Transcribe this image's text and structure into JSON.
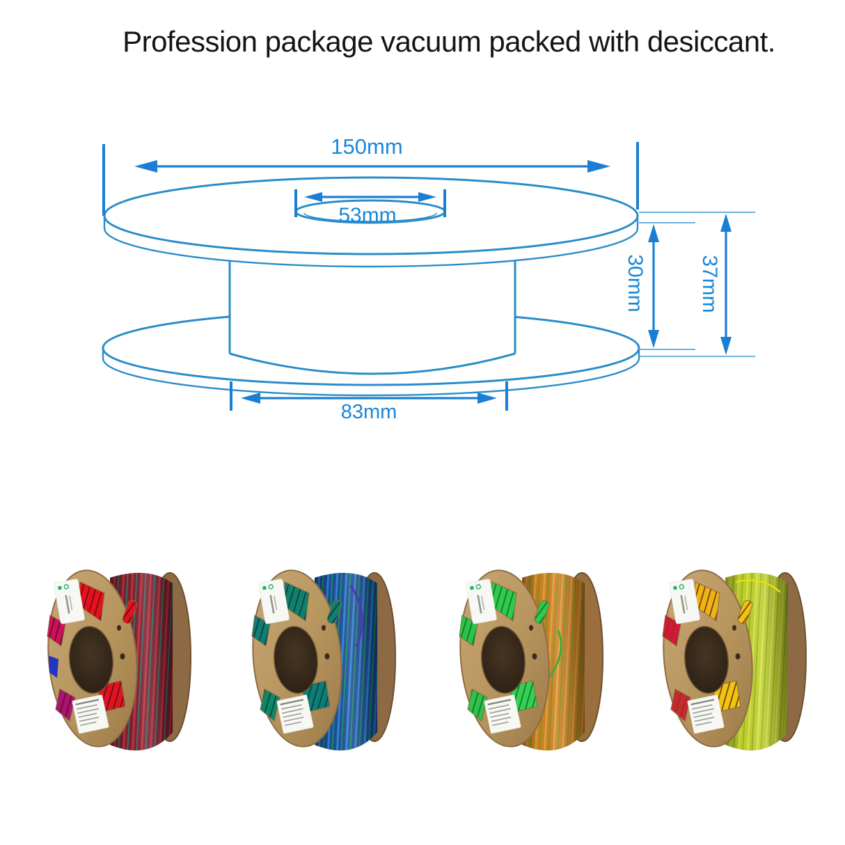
{
  "title": "Profession package vacuum packed with desiccant.",
  "diagram": {
    "labels": {
      "outer_diameter": "150mm",
      "hub_hole_diameter": "53mm",
      "inner_height": "30mm",
      "overall_height": "37mm",
      "inner_flange_span": "83mm"
    },
    "colors": {
      "line": "#2a8cc9",
      "dim": "#1a7fd4",
      "text": "#1a87d8",
      "thin": "#57a7dc"
    }
  },
  "shared": {
    "logo": "#1fae6a"
  },
  "spools": [
    {
      "name": "red-teal filament spool",
      "colors": {
        "barrel": "#7c2130",
        "stripe": "#c22e3e",
        "accent": "#2a7f6c",
        "w0": "#e6111c",
        "w1": "#cc105f",
        "w2": "#a81378",
        "w3": "#e01420",
        "wdark": "#6d0d1c",
        "extra": "#2135c2"
      }
    },
    {
      "name": "blue-green filament spool",
      "colors": {
        "barrel": "#1c4f96",
        "stripe": "#2f82d4",
        "accent": "#159a5f",
        "w0": "#108069",
        "w1": "#0f7f6e",
        "w2": "#0e8a62",
        "w3": "#0c7e72",
        "wdark": "#0a3f55",
        "extra": "#5633b8"
      }
    },
    {
      "name": "green-orange filament spool",
      "colors": {
        "barrel": "#cd8122",
        "stripe": "#e3a039",
        "accent": "#79901f",
        "w0": "#30c94d",
        "w1": "#2cc448",
        "w2": "#2fc14b",
        "w3": "#36cf55",
        "wdark": "#0e7c2c",
        "extra": "#2fae3d"
      }
    },
    {
      "name": "yellow-green filament spool",
      "colors": {
        "barrel": "#bfd12c",
        "stripe": "#d8e348",
        "accent": "#93ad20",
        "w0": "#e5b816",
        "w1": "#d6163e",
        "w2": "#c92834",
        "w3": "#e8c90f",
        "wdark": "#95320f",
        "extra": "#e3e00e"
      }
    }
  ]
}
